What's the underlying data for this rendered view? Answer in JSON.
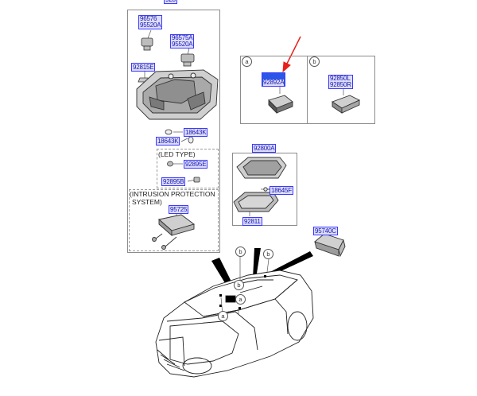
{
  "main_panel": {
    "title_tag": "928",
    "labels": {
      "p96576": "96576",
      "p95520a": "95520A",
      "p96575a": "96575A",
      "p95520b": "95520A",
      "p92815e": "92815E",
      "p18643k_1": "18643K",
      "p18643k_2": "18643K",
      "p92895e": "92895E",
      "p92895b": "92895B",
      "p95725": "95725"
    },
    "led_note": "(LED TYPE)",
    "intrusion_note_line1": "(INTRUSION PROTECTION",
    "intrusion_note_line2": "SYSTEM)"
  },
  "detail_box": {
    "a_marker": "a",
    "b_marker": "b",
    "a_label_1": "92891A",
    "a_label_2": "92892A",
    "b_label_1": "92850L",
    "b_label_2": "92850R"
  },
  "lamp_box": {
    "label_main": "92800A",
    "label_18645f": "18645F",
    "label_92811": "92811"
  },
  "right_label": "95740C",
  "car_markers": [
    "b",
    "b",
    "b",
    "a",
    "a"
  ],
  "colors": {
    "tag_fill": "#dcdcff",
    "tag_border": "#3a3aff",
    "tag_text": "#1a1aa6",
    "arrow": "#e8201c"
  }
}
